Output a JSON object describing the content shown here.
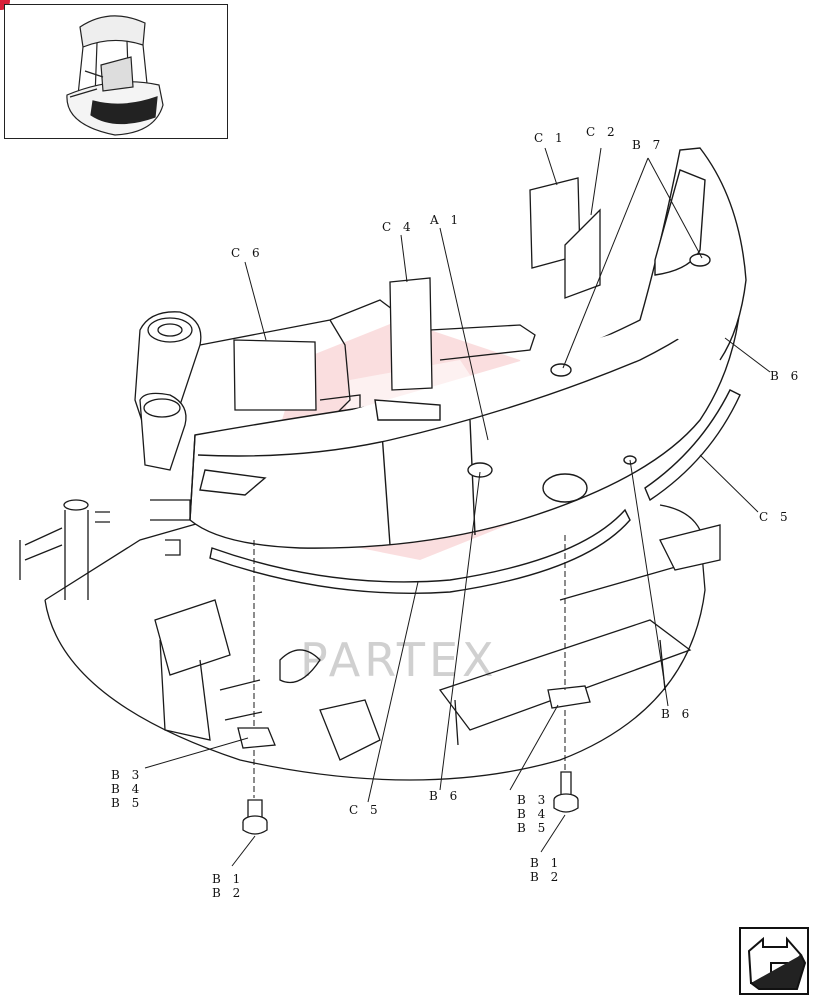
{
  "colors": {
    "line": "#1a1a1a",
    "watermark": "#e8484a",
    "corner_mark": "#d9203a"
  },
  "watermark_text": "PARTEX",
  "labels": {
    "A1": "A 1",
    "C1": "C 1",
    "C2": "C 2",
    "C4": "C 4",
    "C6": "C 6",
    "B7": "B 7",
    "B6_right": "B 6",
    "C5_right": "C 5",
    "B6_lower": "B 6",
    "B3_B4_B5_left": "B 3\nB 4\nB 5",
    "B3_B4_B5_right": "B 3\nB 4\nB 5",
    "C5_bottom": "C 5",
    "B6_bottom": "B 6",
    "B1_B2_left": "B 1\nB 2",
    "B1_B2_right": "B 1\nB 2"
  },
  "icons": {
    "thumbnail": "machine-overview-icon",
    "navigation": "navigation-arrow-icon"
  }
}
